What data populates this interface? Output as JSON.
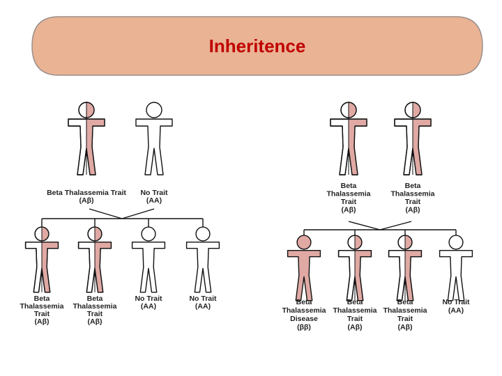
{
  "title": "Inheritence",
  "colors": {
    "banner_fill": "#e9b394",
    "banner_stroke": "#9b8f8a",
    "title_color": "#c00000",
    "trait_fill": "#e0a9a4",
    "outline": "#111111"
  },
  "left_family": {
    "parents": [
      {
        "lines": [
          "Beta Thalassemia Trait",
          "(Aβ)"
        ],
        "status": "trait"
      },
      {
        "lines": [
          "No Trait",
          "(AA)"
        ],
        "status": "none"
      }
    ],
    "children": [
      {
        "lines": [
          "Beta",
          "Thalassemia",
          "Trait",
          "(Aβ)"
        ],
        "status": "trait"
      },
      {
        "lines": [
          "Beta",
          "Thalassemia",
          "Trait",
          "(Aβ)"
        ],
        "status": "trait"
      },
      {
        "lines": [
          "No Trait",
          "(AA)"
        ],
        "status": "none"
      },
      {
        "lines": [
          "No Trait",
          "(AA)"
        ],
        "status": "none"
      }
    ]
  },
  "right_family": {
    "parents": [
      {
        "lines": [
          "Beta",
          "Thalassemia",
          "Trait",
          "(Aβ)"
        ],
        "status": "trait"
      },
      {
        "lines": [
          "Beta",
          "Thalassemia",
          "Trait",
          "(Aβ)"
        ],
        "status": "trait"
      }
    ],
    "children": [
      {
        "lines": [
          "Beta",
          "Thalassemia",
          "Disease",
          "(ββ)"
        ],
        "status": "disease"
      },
      {
        "lines": [
          "Beta",
          "Thalassemia",
          "Trait",
          "(Aβ)"
        ],
        "status": "trait"
      },
      {
        "lines": [
          "Beta",
          "Thalassemia",
          "Trait",
          "(Aβ)"
        ],
        "status": "trait"
      },
      {
        "lines": [
          "No Trait",
          "(AA)"
        ],
        "status": "none"
      }
    ]
  }
}
